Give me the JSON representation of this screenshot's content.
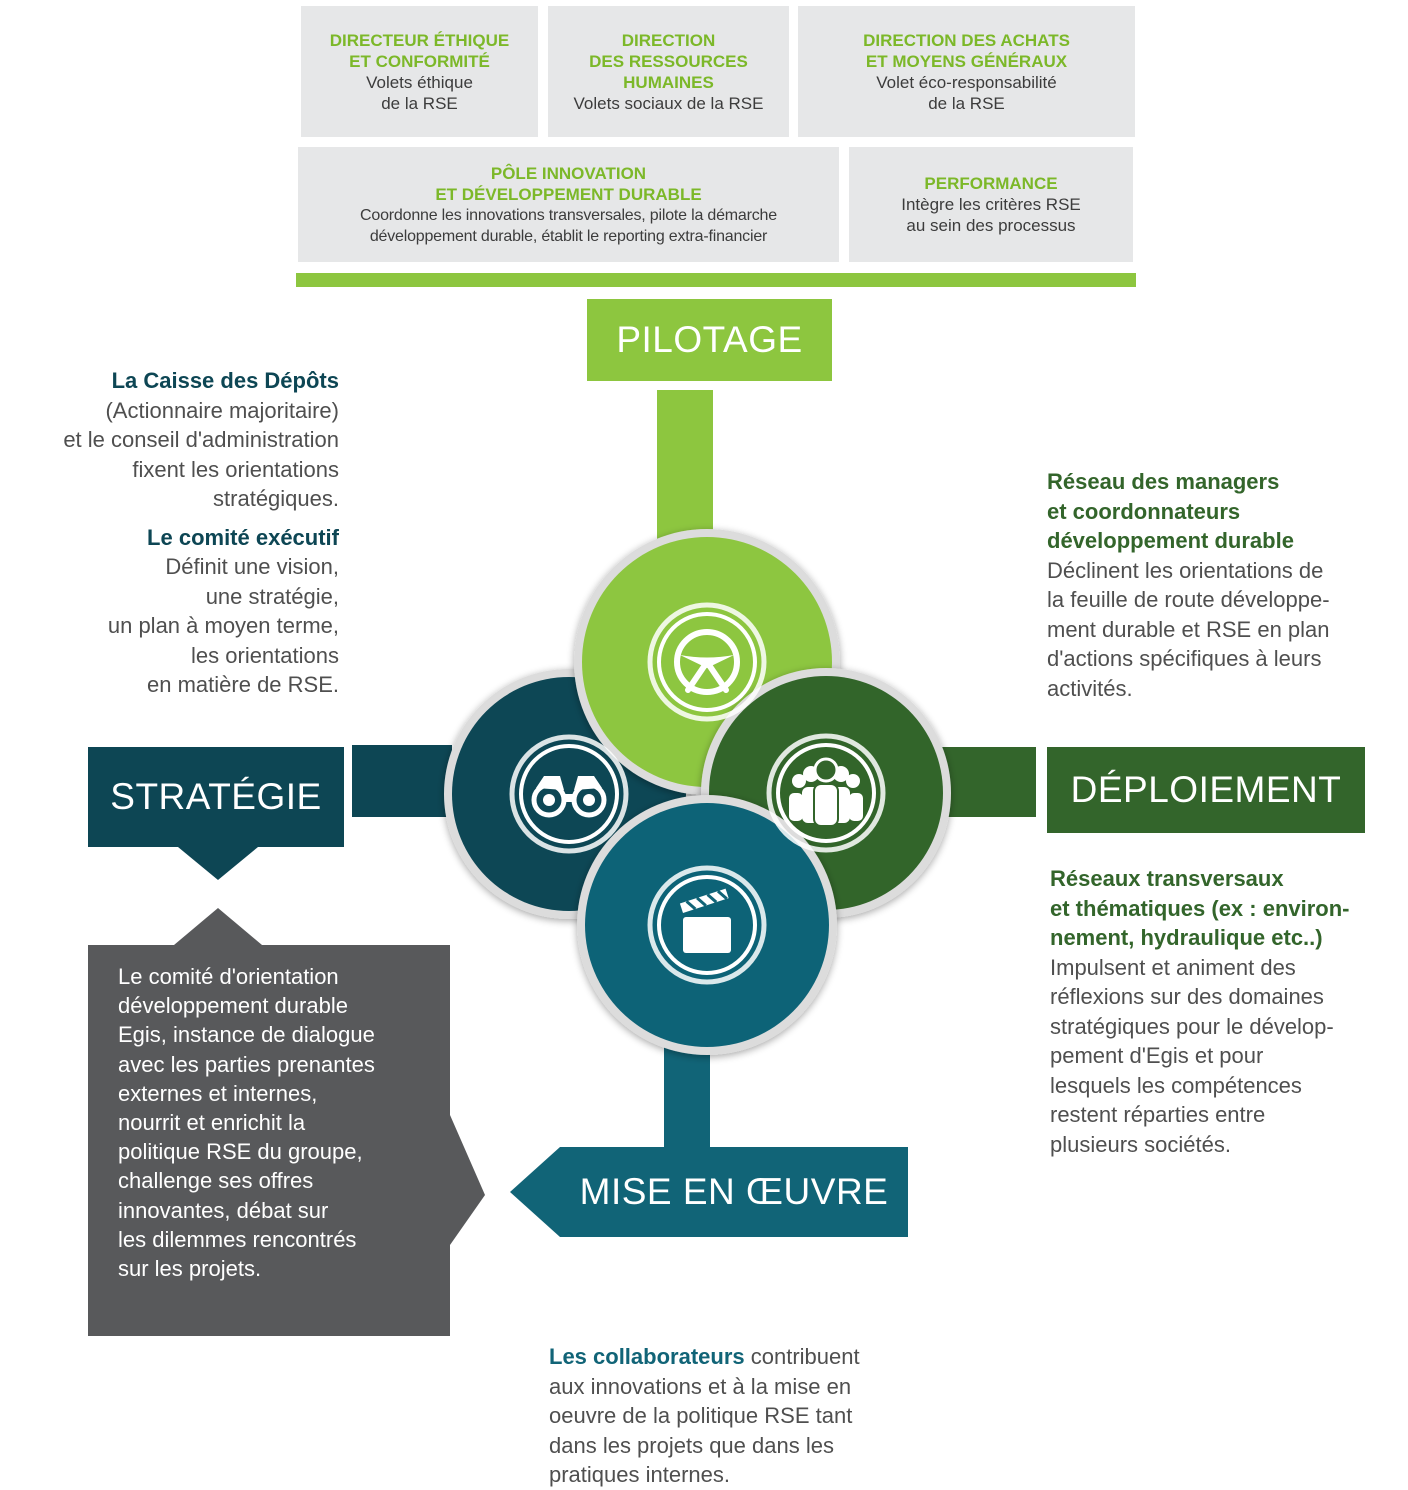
{
  "top_boxes": [
    {
      "title": "DIRECTEUR ÉTHIQUE\nET CONFORMITÉ",
      "desc": "Volets éthique\nde la RSE"
    },
    {
      "title": "DIRECTION\nDES RESSOURCES\nHUMAINES",
      "desc": "Volets sociaux de la RSE"
    },
    {
      "title": "DIRECTION DES ACHATS\nET MOYENS GÉNÉRAUX",
      "desc": "Volet éco-responsabilité\nde la RSE"
    },
    {
      "title": "PÔLE INNOVATION\nET DÉVELOPPEMENT DURABLE",
      "desc": "Coordonne les innovations transversales, pilote la démarche\ndéveloppement durable, établit le reporting extra-financier"
    },
    {
      "title": "PERFORMANCE",
      "desc": "Intègre les critères RSE\nau sein des processus"
    }
  ],
  "pilotage": {
    "label": "PILOTAGE"
  },
  "strategie": {
    "label": "STRATÉGIE",
    "heading1": "La Caisse des Dépôts",
    "text1": "(Actionnaire majoritaire)\net le conseil d'administration\nfixent les orientations\nstratégiques.",
    "heading2": "Le comité exécutif",
    "text2": "Définit une vision,\nune stratégie,\nun plan à moyen terme,\nles orientations\nen matière de RSE.",
    "committee": "Le comité d'orientation\ndéveloppement durable\nEgis, instance de dialogue\navec les parties prenantes\nexternes et internes,\nnourrit et enrichit la\npolitique RSE du groupe,\nchallenge ses offres\ninnovantes, débat sur\nles dilemmes rencontrés\nsur les projets."
  },
  "deploiement": {
    "label": "DÉPLOIEMENT",
    "heading1": "Réseau des managers\net coordonnateurs\ndéveloppement durable",
    "text1": "Déclinent les orientations de\nla feuille de route développe-\nment durable et RSE en plan\nd'actions spécifiques à leurs\nactivités.",
    "heading2": "Réseaux transversaux\net thématiques (ex : environ-\nnement, hydraulique etc..)",
    "text2": "Impulsent et animent des\nréflexions sur des domaines\nstratégiques pour le dévelop-\npement d'Egis et pour\nlesquels les compétences\nrestent réparties entre\nplusieurs sociétés."
  },
  "mise_en_oeuvre": {
    "label": "MISE EN ŒUVRE",
    "heading": "Les collaborateurs",
    "text": " contribuent\naux innovations et à la mise en\noeuvre de la politique RSE tant\ndans les projets que dans les\npratiques internes."
  },
  "colors": {
    "light_green": "#8dc63f",
    "dark_green": "#33652b",
    "dark_teal": "#0d4654",
    "teal": "#116477",
    "grey_box": "#58595b",
    "top_box": "#e6e7e8"
  },
  "icons": [
    "steering-wheel-icon",
    "binoculars-icon",
    "people-group-icon",
    "clapperboard-icon"
  ]
}
